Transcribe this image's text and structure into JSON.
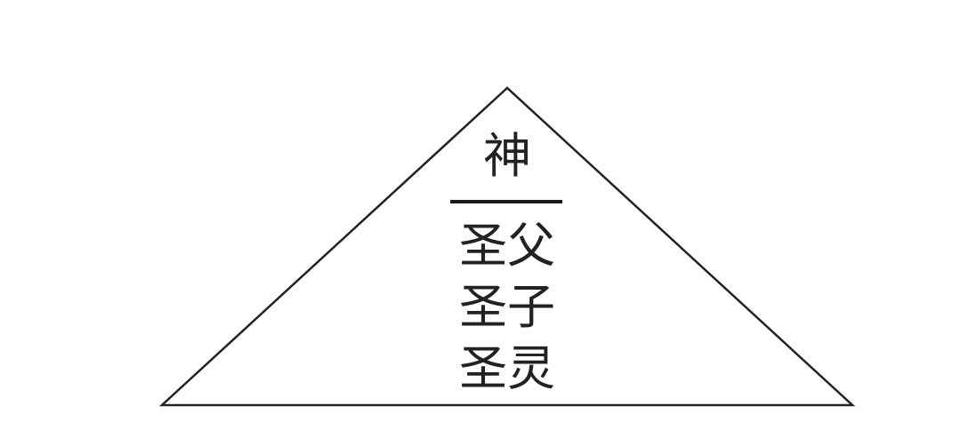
{
  "diagram": {
    "type": "trinity-triangle",
    "top_label": "神",
    "lines": [
      "圣父",
      "圣子",
      "圣灵"
    ],
    "stroke_color": "#222222",
    "background": "#ffffff"
  }
}
